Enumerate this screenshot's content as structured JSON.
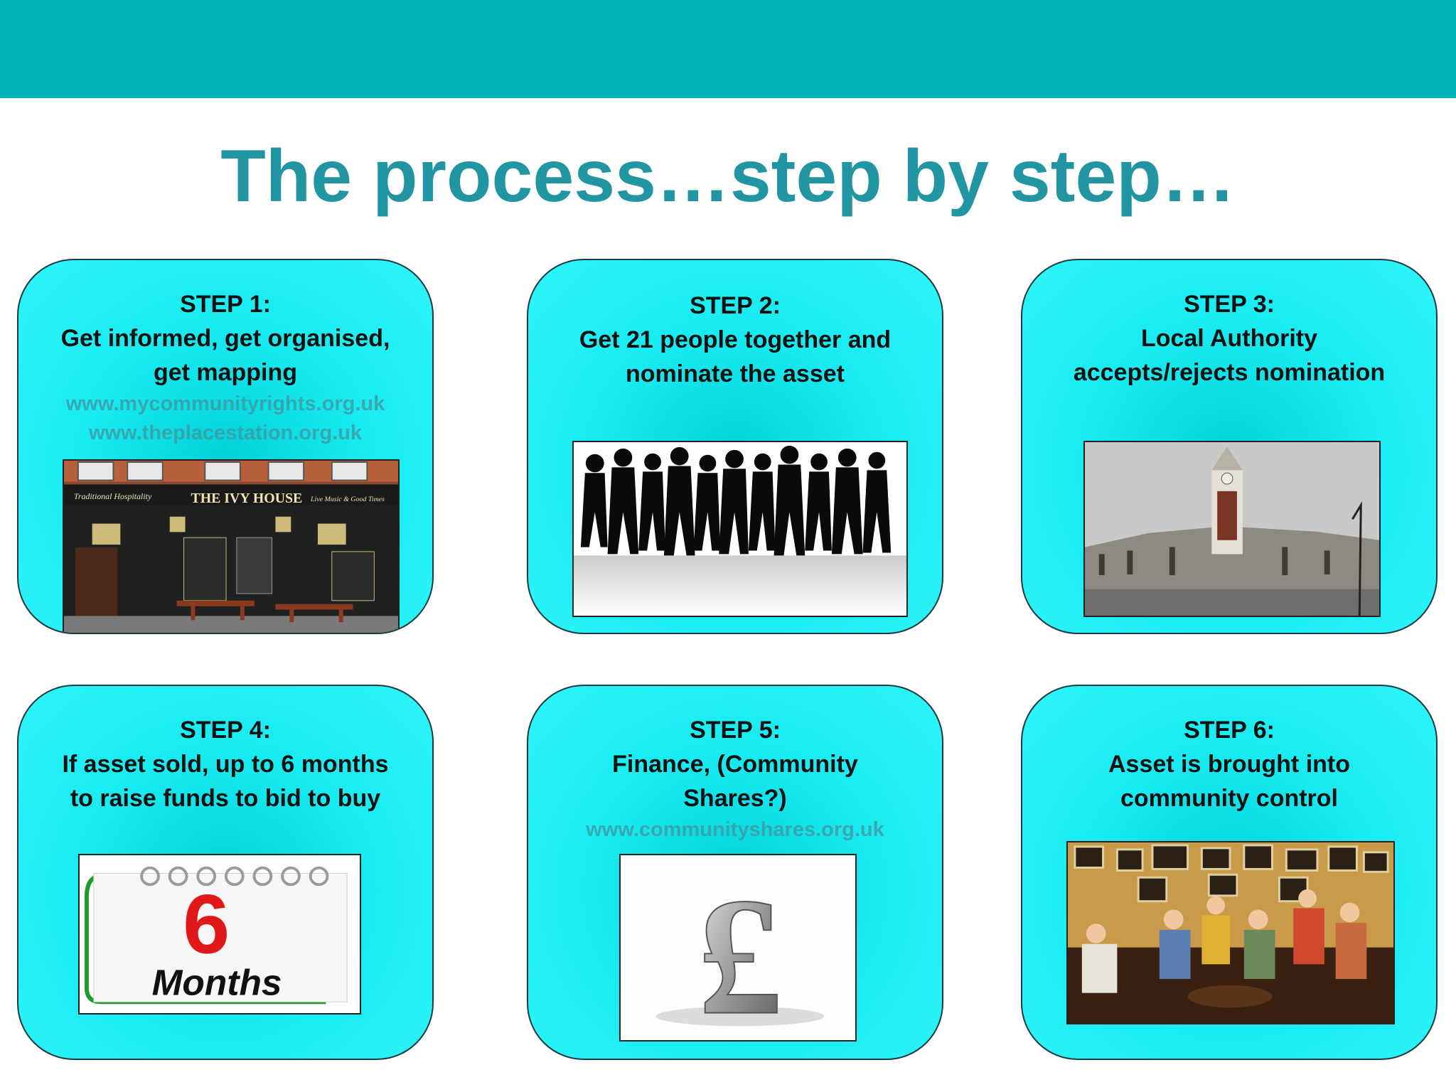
{
  "title": "The process…step by step…",
  "steps": [
    {
      "heading": "STEP 1:",
      "lines": [
        "Get informed, get organised,",
        "get mapping"
      ],
      "urls": [
        "www.mycommunityrights.org.uk",
        "www.theplacestation.org.uk"
      ],
      "image": {
        "icon": "pub-photo",
        "sign": "THE IVY HOUSE",
        "sign_left": "Traditional Hospitality",
        "sign_right": "Live Music & Good Times"
      }
    },
    {
      "heading": "STEP 2:",
      "lines": [
        "Get 21 people  together and",
        "nominate the asset"
      ],
      "urls": [],
      "image": {
        "icon": "people-silhouettes"
      }
    },
    {
      "heading": "STEP 3:",
      "lines": [
        "Local Authority",
        "accepts/rejects nomination"
      ],
      "urls": [],
      "image": {
        "icon": "town-hall-photo"
      }
    },
    {
      "heading": "STEP 4:",
      "lines": [
        "If asset sold, up to 6 months",
        "to raise funds to bid to buy"
      ],
      "urls": [],
      "image": {
        "icon": "calendar-icon",
        "number": "6",
        "label": "Months"
      }
    },
    {
      "heading": "STEP 5:",
      "lines": [
        "Finance, (Community",
        "Shares?)"
      ],
      "urls": [
        "www.communityshares.org.uk"
      ],
      "image": {
        "icon": "pound-sign-icon",
        "symbol": "£"
      }
    },
    {
      "heading": "STEP 6:",
      "lines": [
        "Asset is brought into",
        "community control"
      ],
      "urls": [],
      "image": {
        "icon": "pub-interior-photo"
      }
    }
  ],
  "colors": {
    "topbar": "#00b4b5",
    "title": "#2196a2",
    "card": "#16eaf0",
    "url": "#3f9ea6"
  }
}
